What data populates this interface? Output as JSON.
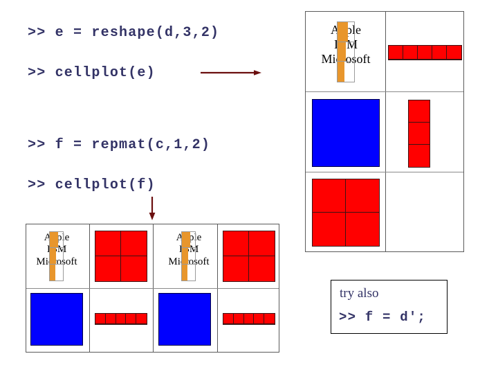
{
  "slide": {
    "background": "#ffffff",
    "code_color": "#333366",
    "arrow_color": "#6B0F0F",
    "red": "#FF0000",
    "blue": "#0000FF",
    "orange": "#E8962C",
    "grid_line": "#5a5a5a"
  },
  "commands": {
    "reshape_line": ">> e = reshape(d,3,2)",
    "cellplot_e_line": ">> cellplot(e)",
    "repmat_line": ">> f = repmat(c,1,2)",
    "cellplot_f_line": ">> cellplot(f)"
  },
  "arrows": {
    "right_arrow_name": "arrow-right-to-plot-e",
    "down_arrow_name": "arrow-down-to-plot-f"
  },
  "labels": {
    "company_1": "Apple",
    "company_2": "IBM",
    "company_3": "Microsoft"
  },
  "tryalso": {
    "heading": "try also",
    "code": ">> f = d';"
  },
  "plot_e": {
    "title_name": "cellplot-e",
    "rows": 3,
    "cols": 2,
    "cells": [
      {
        "pos": "r1c1",
        "kind": "text-cell-array",
        "items": [
          "Apple",
          "IBM",
          "Microsoft"
        ]
      },
      {
        "pos": "r1c2",
        "kind": "matrix",
        "color": "#FF0000",
        "rows": 1,
        "cols": 5
      },
      {
        "pos": "r2c1",
        "kind": "matrix",
        "color": "#0000FF",
        "rows": 1,
        "cols": 1
      },
      {
        "pos": "r2c2",
        "kind": "matrix",
        "color": "#FF0000",
        "rows": 3,
        "cols": 1
      },
      {
        "pos": "r3c1",
        "kind": "matrix",
        "color": "#FF0000",
        "rows": 2,
        "cols": 2
      },
      {
        "pos": "r3c2",
        "kind": "empty"
      }
    ]
  },
  "plot_f": {
    "title_name": "cellplot-f",
    "rows": 2,
    "cols": 4,
    "cells": [
      {
        "pos": "r1c1",
        "kind": "text-cell-array",
        "items": [
          "Apple",
          "IBM",
          "Microsoft"
        ]
      },
      {
        "pos": "r1c2",
        "kind": "matrix",
        "color": "#FF0000",
        "rows": 2,
        "cols": 2
      },
      {
        "pos": "r1c3",
        "kind": "text-cell-array",
        "items": [
          "Apple",
          "IBM",
          "Microsoft"
        ]
      },
      {
        "pos": "r1c4",
        "kind": "matrix",
        "color": "#FF0000",
        "rows": 2,
        "cols": 2
      },
      {
        "pos": "r2c1",
        "kind": "matrix",
        "color": "#0000FF",
        "rows": 1,
        "cols": 1
      },
      {
        "pos": "r2c2",
        "kind": "matrix",
        "color": "#FF0000",
        "rows": 1,
        "cols": 5
      },
      {
        "pos": "r2c3",
        "kind": "matrix",
        "color": "#0000FF",
        "rows": 1,
        "cols": 1
      },
      {
        "pos": "r2c4",
        "kind": "matrix",
        "color": "#FF0000",
        "rows": 1,
        "cols": 5
      }
    ]
  }
}
